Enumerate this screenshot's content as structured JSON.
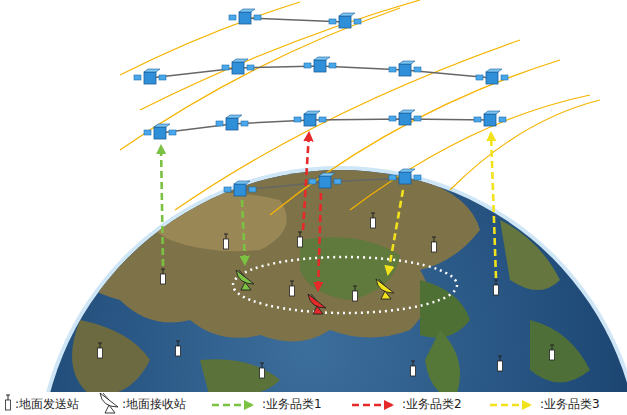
{
  "diagram": {
    "legend": [
      {
        "text": ":地面发送站"
      },
      {
        "text": ":地面接收站"
      },
      {
        "text": ":业务品类1"
      },
      {
        "text": ":业务品类2"
      },
      {
        "text": ":业务品类3"
      }
    ]
  }
}
